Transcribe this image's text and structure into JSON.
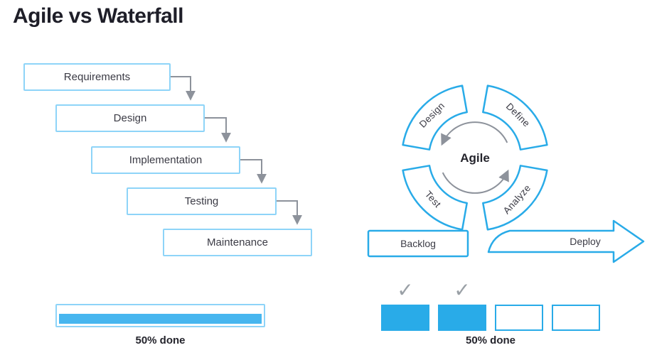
{
  "title": "Agile vs Waterfall",
  "waterfall": {
    "stages": [
      "Requirements",
      "Design",
      "Implementation",
      "Testing",
      "Maintenance"
    ],
    "progress": {
      "percent": 50,
      "label": "50% done"
    }
  },
  "agile": {
    "center_label": "Agile",
    "phases": {
      "top_left": "Design",
      "top_right": "Define",
      "bottom_left": "Test",
      "bottom_right": "Analyze"
    },
    "backlog_label": "Backlog",
    "deploy_label": "Deploy",
    "progress": {
      "done_steps": 2,
      "total_steps": 4,
      "label": "50% done"
    }
  },
  "icons": {
    "check": "✓"
  },
  "colors": {
    "accent_blue": "#29abe8",
    "light_blue": "#8ed4f8",
    "fill_blue": "#47b6ef",
    "arrow_gray": "#8d929b",
    "text_dark": "#24242c"
  }
}
